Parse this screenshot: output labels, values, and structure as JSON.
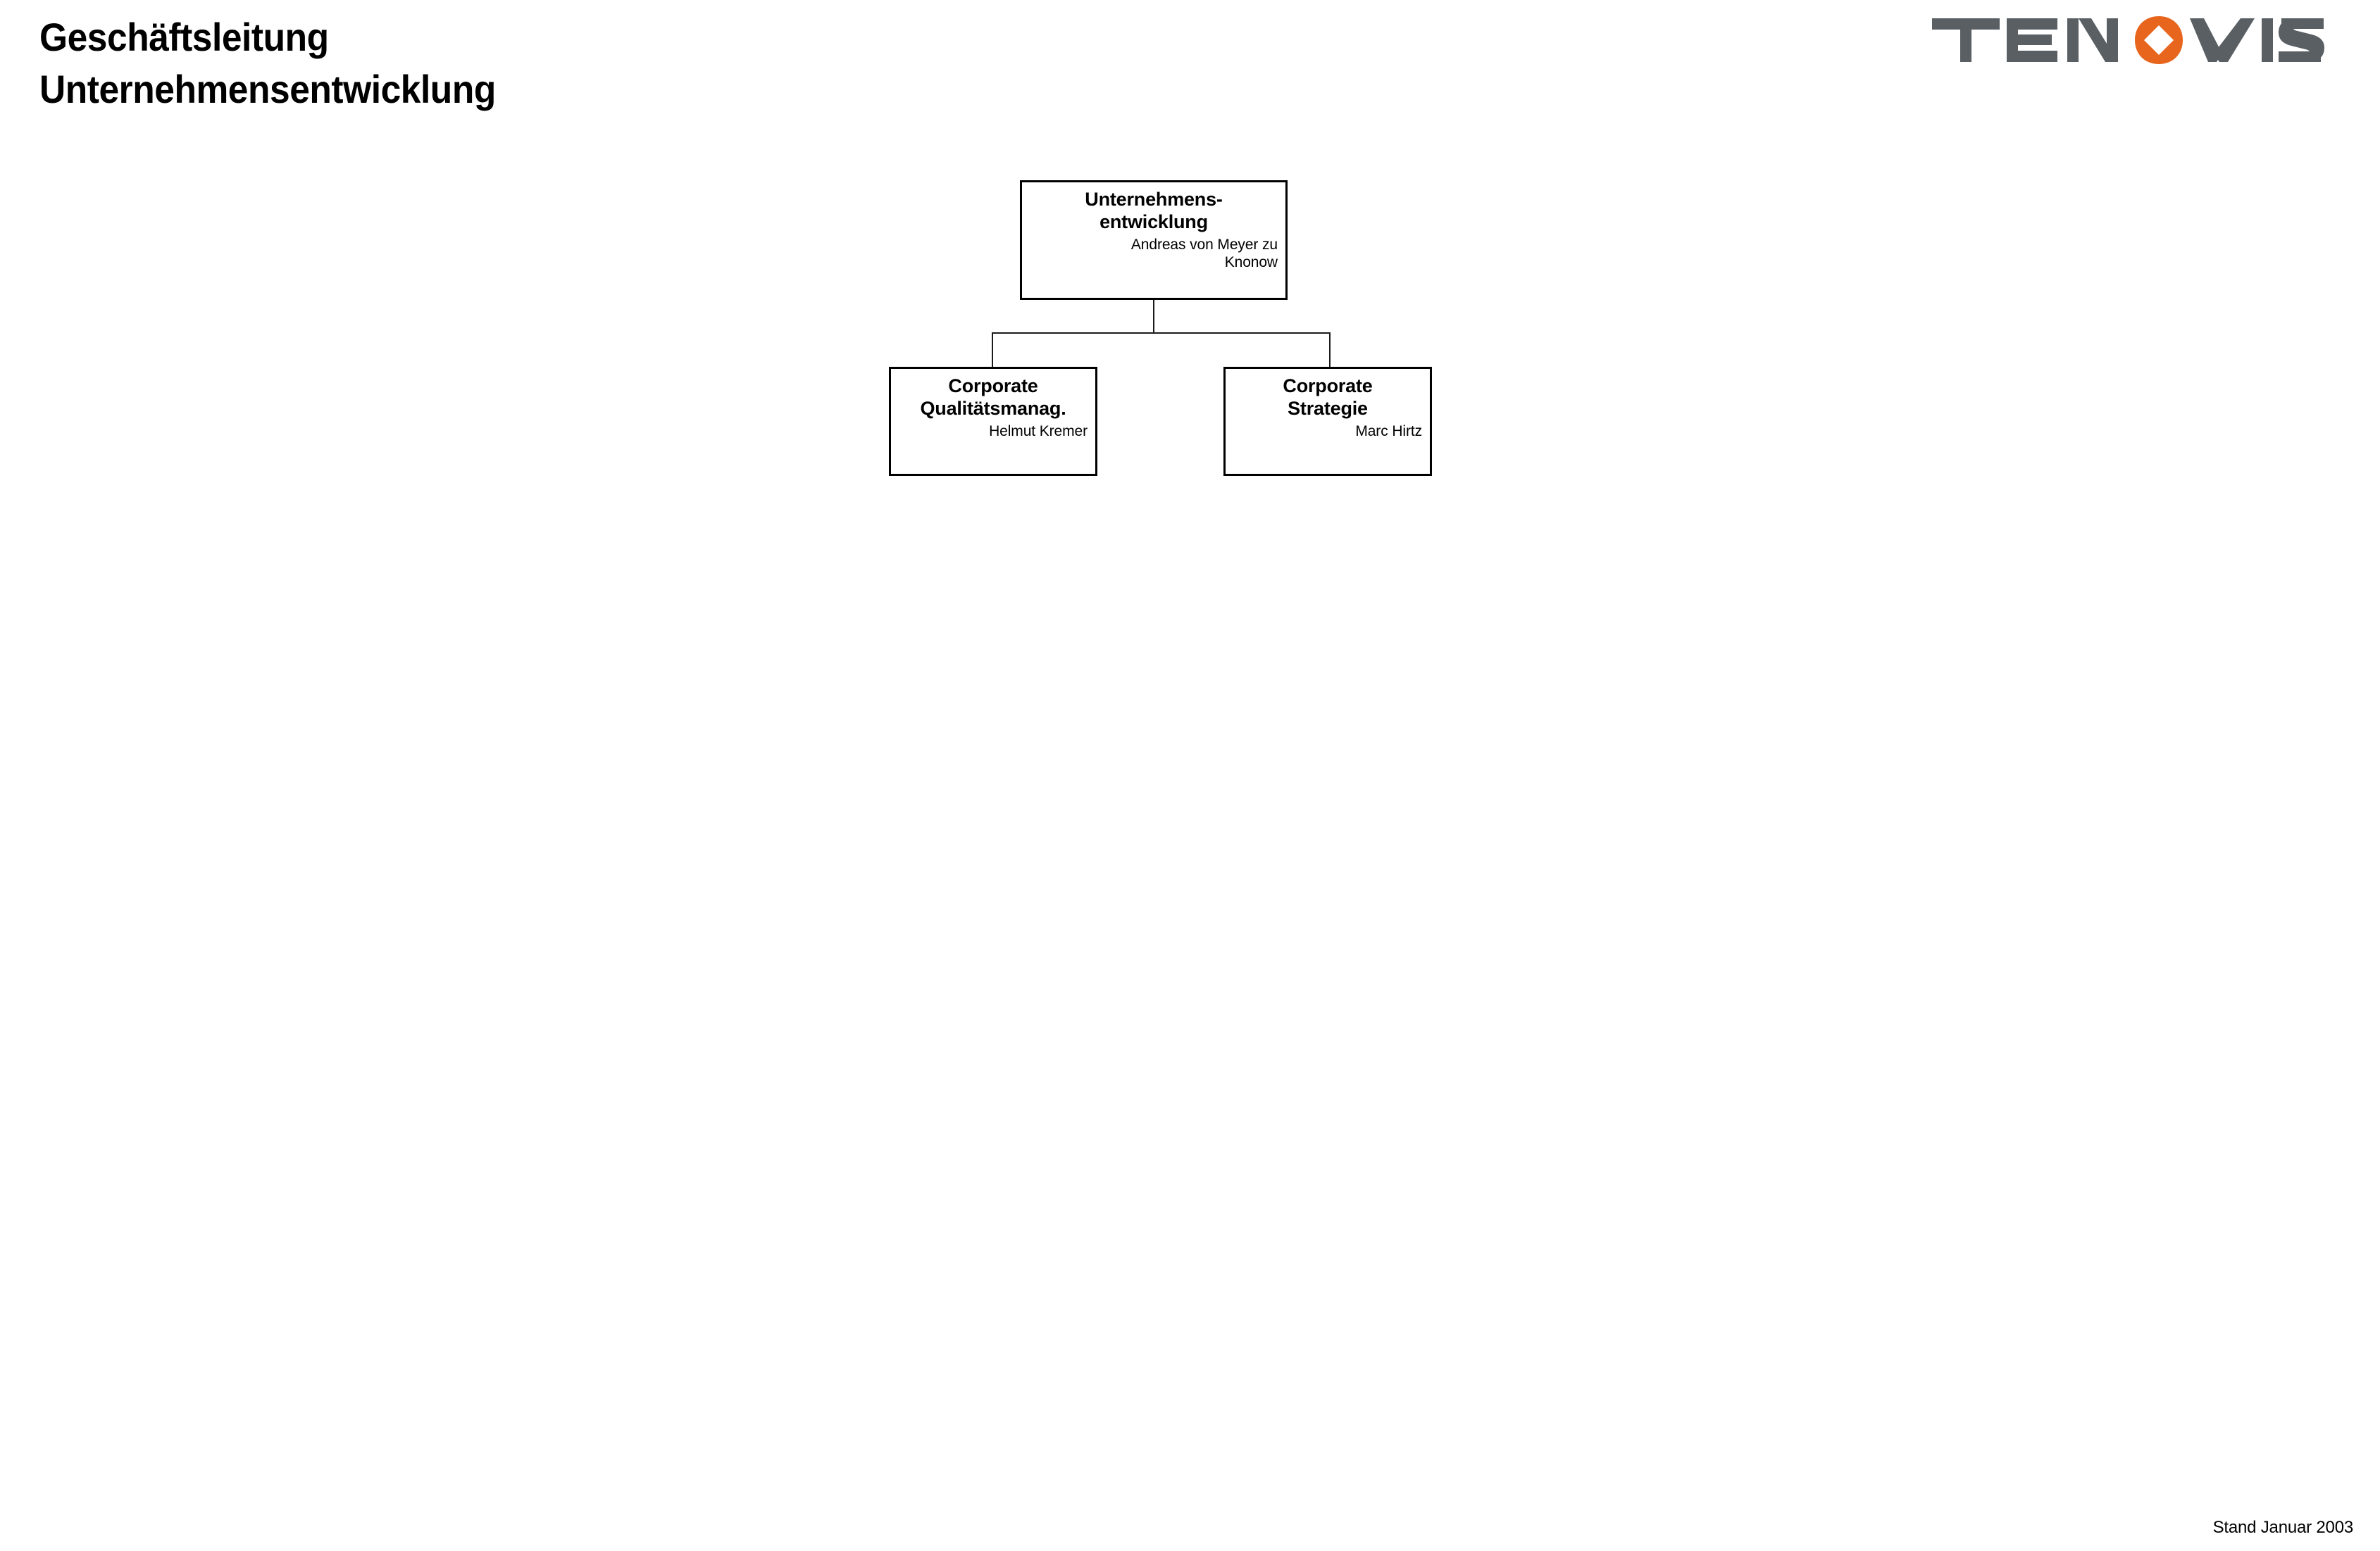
{
  "slide": {
    "title_lines": [
      "Geschäftsleitung",
      "Unternehmensentwicklung"
    ],
    "footer": "Stand Januar 2003"
  },
  "logo": {
    "name": "tenovis-logo",
    "text_before": "TEN",
    "text_after": "VIS",
    "mark": "orange-diamond-o-icon",
    "gray": "#595F63",
    "orange": "#E8651E"
  },
  "orgchart": {
    "type": "hierarchy",
    "root": {
      "title_lines": [
        "Unternehmens-",
        "entwicklung"
      ],
      "person_lines": [
        "Andreas von Meyer zu",
        "Knonow"
      ]
    },
    "children": [
      {
        "title_lines": [
          "Corporate",
          "Qualitätsmanag."
        ],
        "person_lines": [
          "Helmut Kremer"
        ]
      },
      {
        "title_lines": [
          "Corporate",
          "Strategie"
        ],
        "person_lines": [
          "Marc Hirtz"
        ]
      }
    ]
  }
}
